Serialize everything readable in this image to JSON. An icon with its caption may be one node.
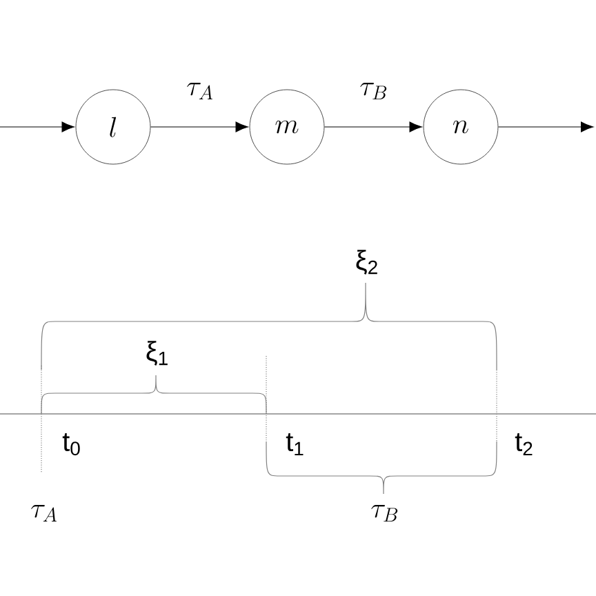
{
  "diagram": {
    "nodes": [
      {
        "text": [
          "l"
        ]
      },
      {
        "text": [
          "m"
        ]
      },
      {
        "text": [
          "n"
        ]
      }
    ],
    "edges": [
      {
        "from": null,
        "to": 0,
        "arrow": "to"
      },
      {
        "from": 0,
        "to": 1,
        "arrow": "to",
        "label": "\\tau_A"
      },
      {
        "from": 1,
        "to": 2,
        "arrow": "to",
        "label": "\\tau_B"
      },
      {
        "from": 2,
        "to": null,
        "arrow": "to"
      }
    ],
    "labels": [
      "ξ$_{2}$",
      "ξ$_{1}$",
      "t$_{0}$",
      "t$_{1}$",
      "t$_{2}$",
      "\\tau_A",
      "\\tau_B"
    ]
  }
}
